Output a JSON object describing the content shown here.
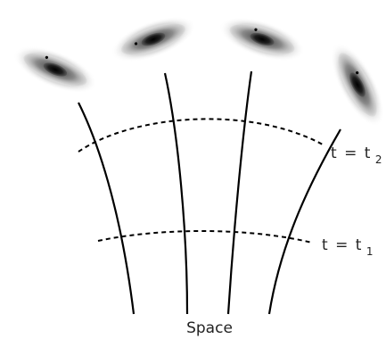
{
  "diagram": {
    "time_labels": [
      {
        "lhs": "t",
        "eq": "=",
        "var": "t",
        "sub": "2"
      },
      {
        "lhs": "t",
        "eq": "=",
        "var": "t",
        "sub": "1"
      }
    ],
    "axis_label": "Space",
    "colors": {
      "worldline": "#000000",
      "time_slice": "#000000",
      "galaxy_halo": "#d8d8d8",
      "galaxy_disk": "#8c8c8c",
      "galaxy_core": "#1e1e1e"
    },
    "icons": [
      "galaxy-icon",
      "galaxy-icon",
      "galaxy-icon",
      "galaxy-icon"
    ]
  }
}
